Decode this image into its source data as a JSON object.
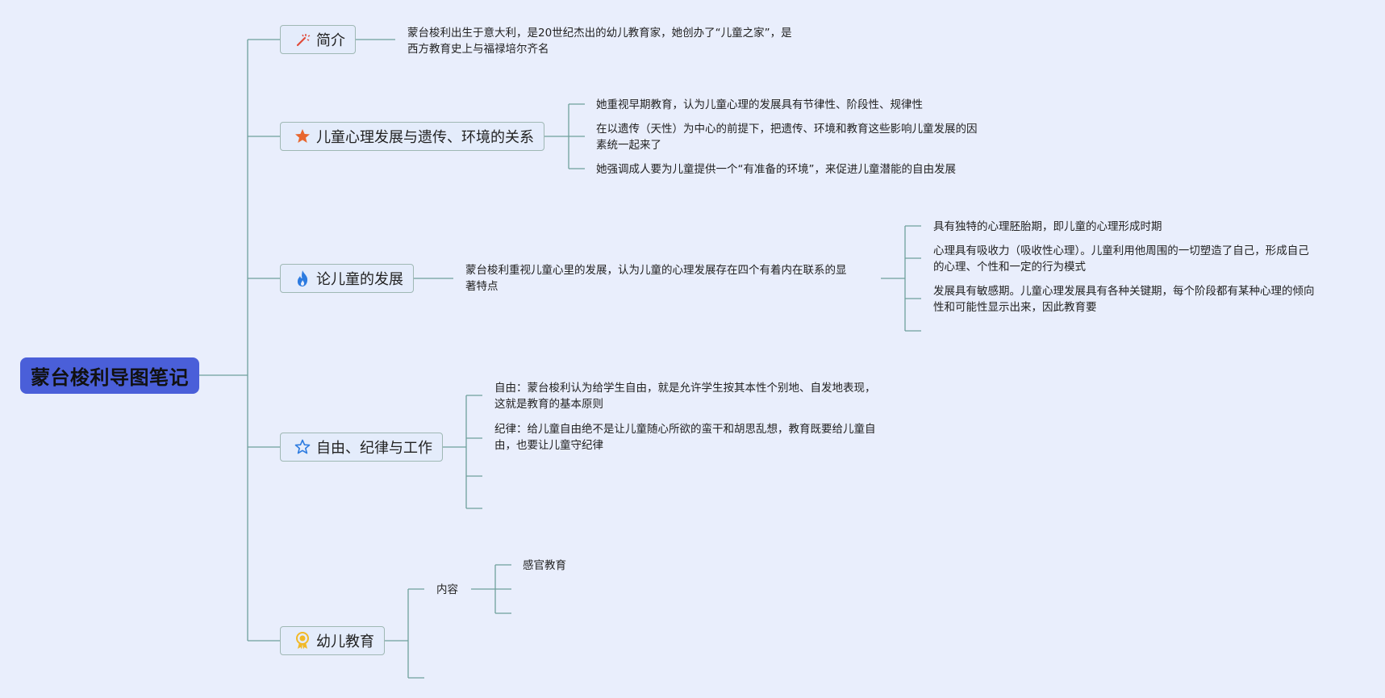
{
  "root": "蒙台梭利导图笔记",
  "branches": [
    {
      "label": "简介",
      "icon": "magic-wand-icon",
      "icon_color": "#e04b3a"
    },
    {
      "label": "儿童心理发展与遗传、环境的关系",
      "icon": "star-filled-icon",
      "icon_color": "#e8662e"
    },
    {
      "label": "论儿童的发展",
      "icon": "flame-icon",
      "icon_color": "#2c7be0"
    },
    {
      "label": "自由、纪律与工作",
      "icon": "star-outline-icon",
      "icon_color": "#2c7be0"
    },
    {
      "label": "幼儿教育",
      "icon": "award-medal-icon",
      "icon_color": "#f1b928"
    }
  ],
  "intro": {
    "line1": "蒙台梭利出生于意大利，是20世纪杰出的幼儿教育家，她创办了“儿童之家”，是",
    "line2": "西方教育史上与福禄培尔齐名"
  },
  "heredity": {
    "item1": "她重视早期教育，认为儿童心理的发展具有节律性、阶段性、规律性",
    "item2_line1": "在以遗传（天性）为中心的前提下，把遗传、环境和教育这些影响儿童发展的因",
    "item2_line2": "素统一起来了",
    "item3": "她强调成人要为儿童提供一个“有准备的环境”，来促进儿童潜能的自由发展"
  },
  "development": {
    "main_line1": "蒙台梭利重视儿童心里的发展，认为儿童的心理发展存在四个有着内在联系的显",
    "main_line2": "著特点",
    "sub1": "具有独特的心理胚胎期，即儿童的心理形成时期",
    "sub2_line1": "心理具有吸收力（吸收性心理）。儿童利用他周围的一切塑造了自己，形成自己",
    "sub2_line2": "的心理、个性和一定的行为模式",
    "sub3_line1": "发展具有敏感期。儿童心理发展具有各种关键期，每个阶段都有某种心理的倾向",
    "sub3_line2": "性和可能性显示出来，因此教育要"
  },
  "freedom": {
    "item1_line1": "自由：蒙台梭利认为给学生自由，就是允许学生按其本性个别地、自发地表现，",
    "item1_line2": "这就是教育的基本原则",
    "item2_line1": "纪律：给儿童自由绝不是让儿童随心所欲的蛮干和胡思乱想，教育既要给儿童自",
    "item2_line2": "由，也要让儿童守纪律"
  },
  "preschool": {
    "content_label": "内容",
    "sensory": "感官教育"
  },
  "colors": {
    "background": "#e9eefc",
    "root_fill": "#4a5fd9",
    "line": "#5b8f8c",
    "node_border": "#9fb8b4"
  }
}
